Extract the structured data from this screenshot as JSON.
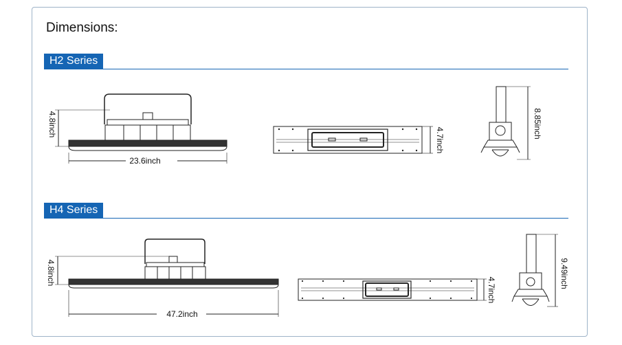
{
  "page": {
    "title": "Dimensions:"
  },
  "h2": {
    "label": "H2 Series",
    "dims": {
      "height": "4.8inch",
      "length": "23.6inch",
      "width": "4.7inch",
      "total_height": "8.85inch"
    }
  },
  "h4": {
    "label": "H4 Series",
    "dims": {
      "height": "4.8inch",
      "length": "47.2inch",
      "width": "4.7inch",
      "total_height": "9.49inch"
    }
  },
  "colors": {
    "accent": "#1565b4",
    "border": "#9eb3c8",
    "line": "#222222"
  }
}
